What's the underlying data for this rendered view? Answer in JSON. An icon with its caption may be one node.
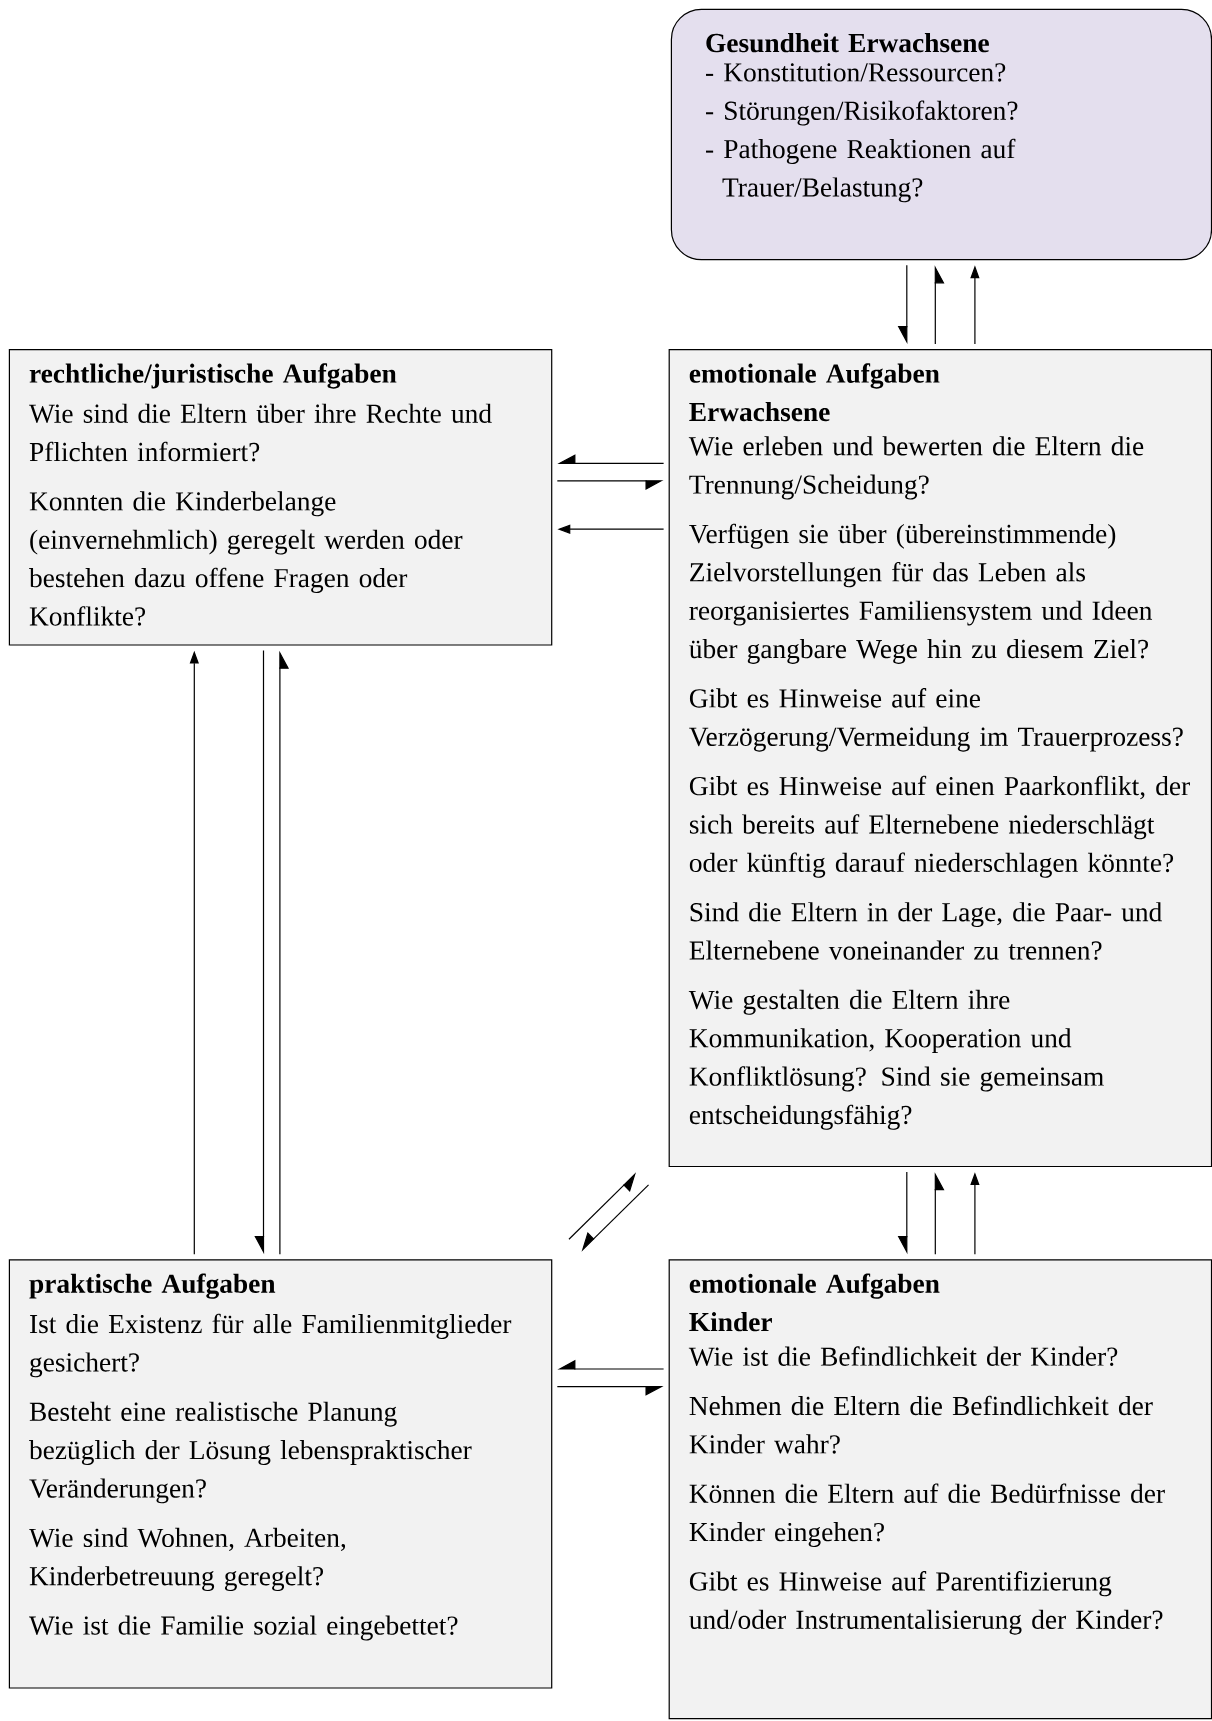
{
  "diagram": {
    "nodes": [
      {
        "text": [
          "Gesundheit Erwachsene",
          "- Konstitution/Ressourcen?",
          "- Störungen/Risikofaktoren?",
          "- Pathogene Reaktionen auf Trauer/Belastung?"
        ]
      },
      {
        "text": [
          "rechtliche/juristische Aufgaben",
          "Wie sind die Eltern über ihre Rechte und Pflichten informiert?",
          "Konnten die Kinderbelange (einvernehmlich) geregelt werden oder bestehen dazu offene Fragen oder Konflikte?"
        ]
      },
      {
        "text": [
          "emotionale Aufgaben Erwachsene",
          "Wie erleben und bewerten die Eltern die Trennung/Scheidung?",
          "Verfügen sie über (übereinstimmende) Zielvorstellungen für das Leben als reorganisiertes Familiensystem und Ideen über gangbare Wege hin zu diesem Ziel?",
          "Gibt es Hinweise auf eine Verzögerung/Vermeidung im Trauerprozess?",
          "Gibt es Hinweise auf einen Paarkonflikt, der sich bereits auf Elternebene niederschlägt oder künftig darauf niederschlagen könnte?",
          "Sind die Eltern in der Lage, die Paar- und Elternebene voneinander zu trennen?",
          "Wie gestalten die Eltern ihre Kommunikation, Kooperation und Konfliktlösung? Sind sie gemeinsam entscheidungsfähig?"
        ]
      },
      {
        "text": [
          "praktische Aufgaben",
          "Ist die Existenz für alle Familienmitglieder gesichert?",
          "Besteht eine realistische Planung bezüglich der Lösung lebenspraktischer Veränderungen?",
          "Wie sind Wohnen, Arbeiten, Kinderbetreuung geregelt?",
          "Wie ist die Familie sozial eingebettet?"
        ]
      },
      {
        "text": [
          "emotionale Aufgaben Kinder",
          "Wie ist die Befindlichkeit der Kinder?",
          "Nehmen die Eltern die Befindlichkeit der Kinder wahr?",
          "Können die Eltern auf die Bedürfnisse der Kinder eingehen?",
          "Gibt es Hinweise auf Parentifizierung und/oder Instrumentalisierung der Kinder?"
        ]
      }
    ],
    "edges": [
      {
        "from": 0,
        "to": 2,
        "arrow": "to"
      },
      {
        "from": 2,
        "to": 0,
        "arrow": "to"
      },
      {
        "from": 2,
        "to": 0,
        "arrow": "to"
      },
      {
        "from": 2,
        "to": 1,
        "arrow": "to"
      },
      {
        "from": 1,
        "to": 2,
        "arrow": "to"
      },
      {
        "from": 2,
        "to": 1,
        "arrow": "to"
      },
      {
        "from": 3,
        "to": 1,
        "arrow": "to"
      },
      {
        "from": 1,
        "to": 3,
        "arrow": "to"
      },
      {
        "from": 3,
        "to": 1,
        "arrow": "to"
      },
      {
        "from": 3,
        "to": 2,
        "arrow": "to"
      },
      {
        "from": 2,
        "to": 3,
        "arrow": "to"
      },
      {
        "from": 2,
        "to": 4,
        "arrow": "to"
      },
      {
        "from": 4,
        "to": 2,
        "arrow": "to"
      },
      {
        "from": 4,
        "to": 2,
        "arrow": "to"
      },
      {
        "from": 4,
        "to": 3,
        "arrow": "to"
      },
      {
        "from": 3,
        "to": 4,
        "arrow": "to"
      }
    ]
  }
}
